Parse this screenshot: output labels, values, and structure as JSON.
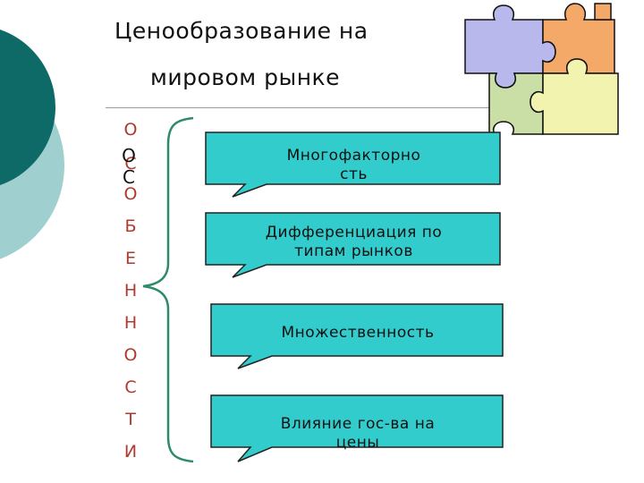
{
  "title": {
    "line1": "Ценообразование на",
    "line2": "мировом рынке"
  },
  "vertical_letters": [
    "О",
    "С",
    "О",
    "Б",
    "Е",
    "Н",
    "Н",
    "О",
    "С",
    "Т",
    "И"
  ],
  "overlap_letters": [
    "О",
    "С"
  ],
  "callouts": [
    {
      "line1": "Многофакторно",
      "line2": "сть"
    },
    {
      "line1": "Дифференциация по",
      "line2": "типам рынков"
    },
    {
      "line1": "Множественность",
      "line2": ""
    },
    {
      "line1": "Влияние гос-ва на",
      "line2": "цены"
    }
  ],
  "colors": {
    "dark_teal": "#0e6a66",
    "light_teal": "#9fd0cf",
    "callout_fill": "#33cccc",
    "letter_red": "#b03a2e",
    "puzzle_purple": "#b8b8ec",
    "puzzle_orange": "#f4a969",
    "puzzle_green": "#c9dfa5",
    "puzzle_yellow": "#f3f3b0"
  },
  "icons": {
    "puzzle": "puzzle-pieces-icon",
    "brace": "left-curly-brace"
  }
}
